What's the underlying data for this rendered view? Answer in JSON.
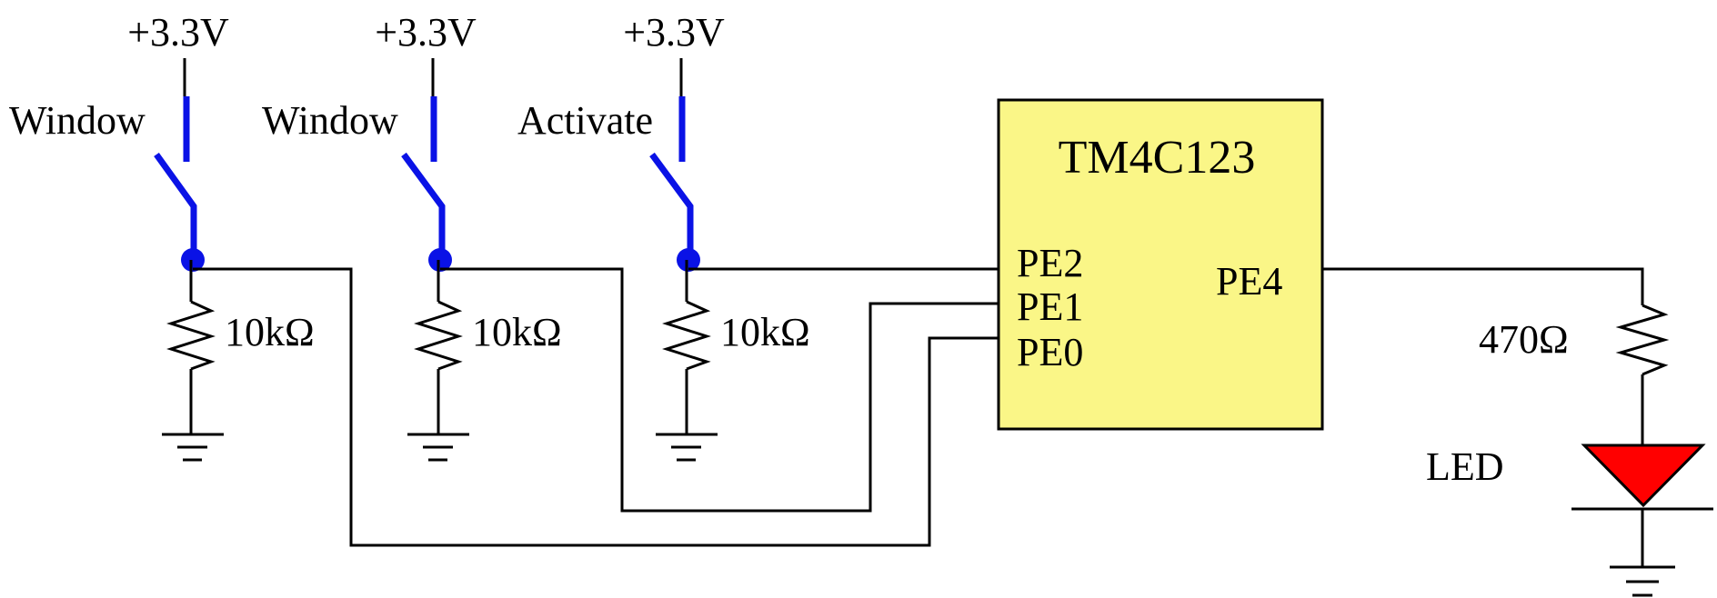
{
  "colors": {
    "wire": "#000000",
    "switch": "#0a12e6",
    "chip_fill": "#faf687",
    "led_fill": "#ff0000"
  },
  "switches": [
    {
      "label": "Window",
      "supply": "+3.3V",
      "resistor": "10kΩ"
    },
    {
      "label": "Window",
      "supply": "+3.3V",
      "resistor": "10kΩ"
    },
    {
      "label": "Activate",
      "supply": "+3.3V",
      "resistor": "10kΩ"
    }
  ],
  "chip": {
    "name": "TM4C123",
    "inputs": [
      "PE2",
      "PE1",
      "PE0"
    ],
    "output": "PE4"
  },
  "output_stage": {
    "resistor": "470Ω",
    "led": "LED"
  }
}
